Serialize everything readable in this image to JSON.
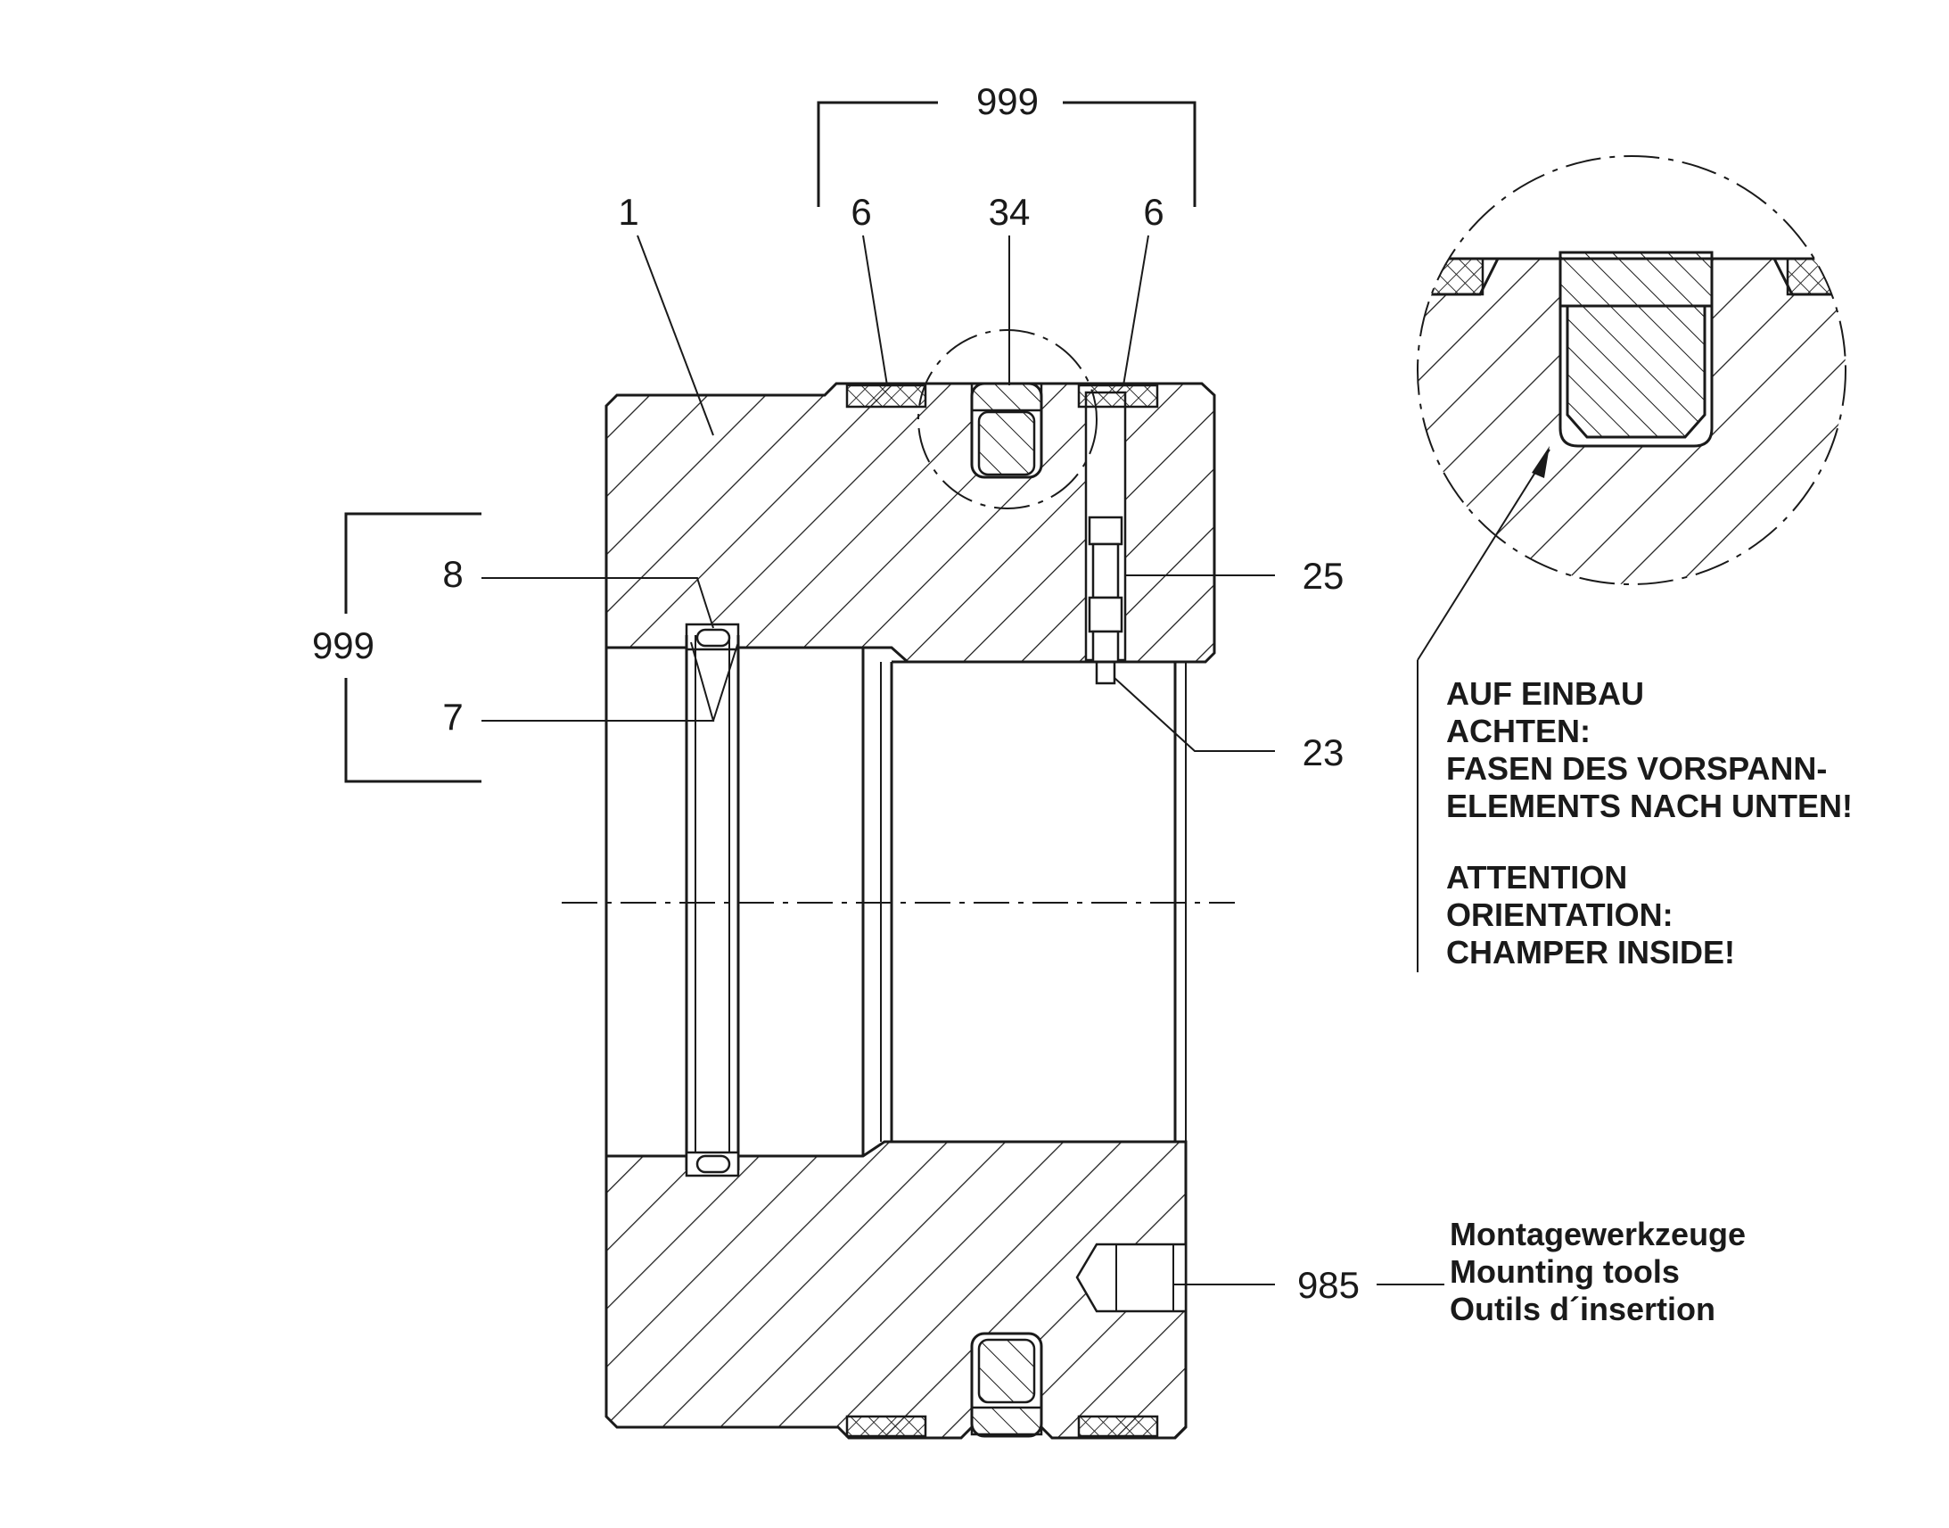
{
  "callouts": {
    "dim_top": "999",
    "dim_left": "999",
    "part_1": "1",
    "part_6_left": "6",
    "part_34": "34",
    "part_6_right": "6",
    "part_8": "8",
    "part_7": "7",
    "part_25": "25",
    "part_23": "23",
    "part_985": "985"
  },
  "notes": {
    "german": [
      "AUF EINBAU",
      "ACHTEN:",
      "FASEN DES VORSPANN-",
      "ELEMENTS NACH UNTEN!"
    ],
    "english": [
      "ATTENTION",
      "ORIENTATION:",
      "CHAMPER INSIDE!"
    ],
    "tools": [
      "Montagewerkzeuge",
      "Mounting tools",
      "Outils d´insertion"
    ]
  }
}
